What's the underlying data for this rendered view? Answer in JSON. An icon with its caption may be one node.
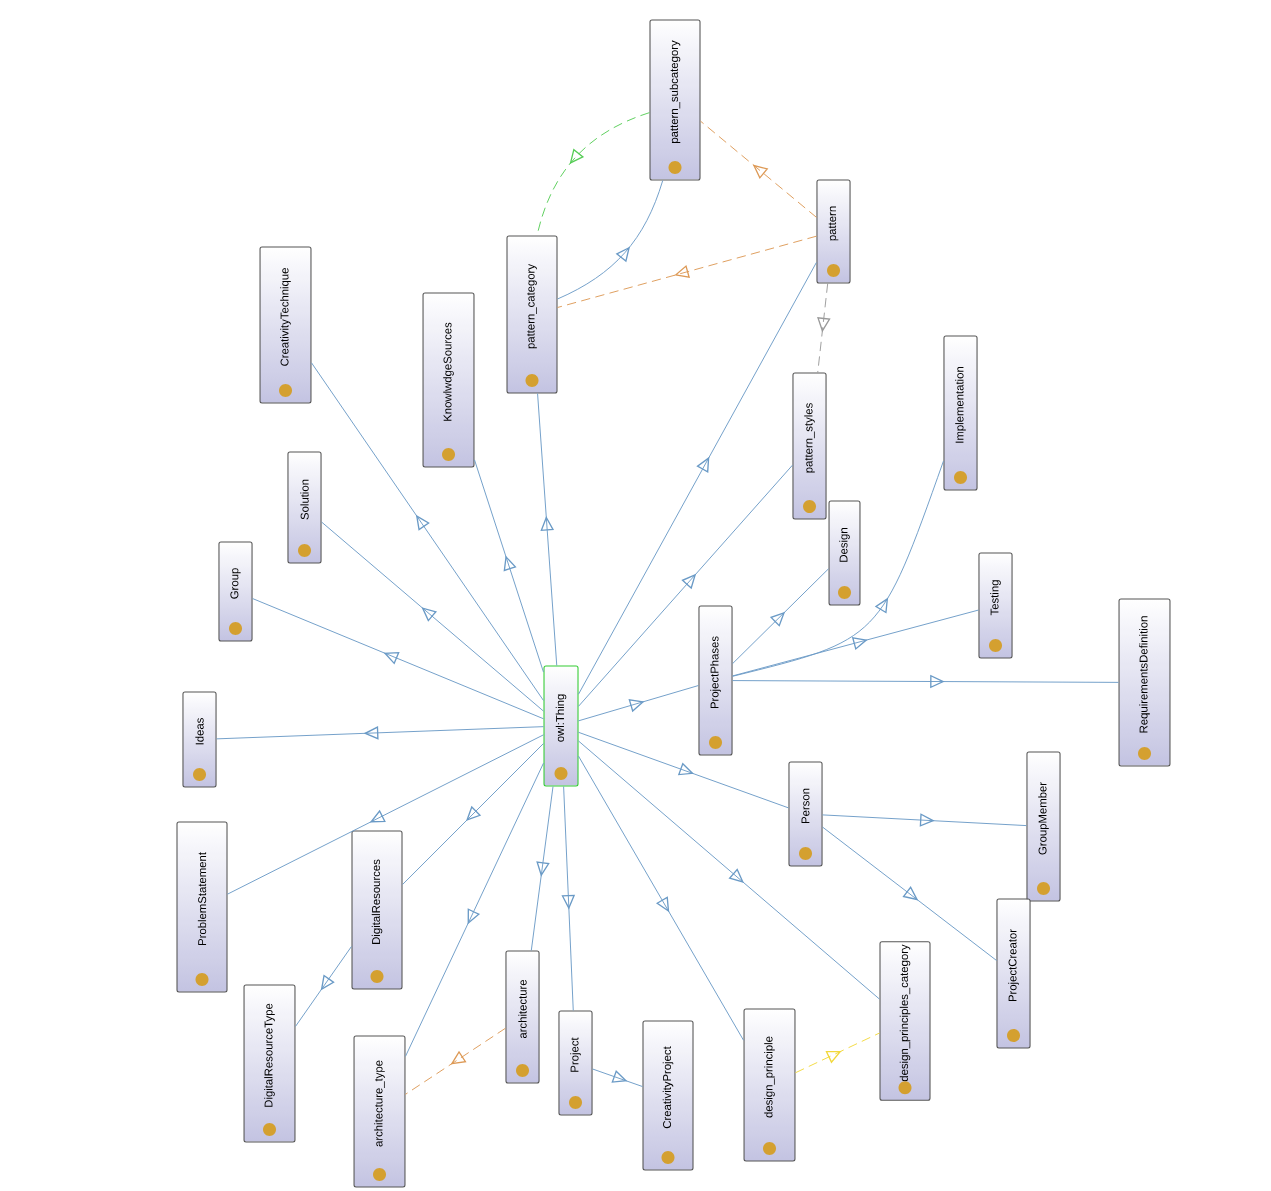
{
  "diagram": {
    "nodes": [
      {
        "text": [
          "owl:Thing"
        ]
      },
      {
        "text": [
          "pattern_subcategory"
        ]
      },
      {
        "text": [
          "pattern"
        ]
      },
      {
        "text": [
          "CreativityTechnique"
        ]
      },
      {
        "text": [
          "KnowlwdgeSources"
        ]
      },
      {
        "text": [
          "pattern_category"
        ]
      },
      {
        "text": [
          "Implementation"
        ]
      },
      {
        "text": [
          "pattern_styles"
        ]
      },
      {
        "text": [
          "Solution"
        ]
      },
      {
        "text": [
          "Design"
        ]
      },
      {
        "text": [
          "Group"
        ]
      },
      {
        "text": [
          "Testing"
        ]
      },
      {
        "text": [
          "ProjectPhases"
        ]
      },
      {
        "text": [
          "RequirementsDefinition"
        ]
      },
      {
        "text": [
          "Ideas"
        ]
      },
      {
        "text": [
          "GroupMember"
        ]
      },
      {
        "text": [
          "Person"
        ]
      },
      {
        "text": [
          "ProblemStatement"
        ]
      },
      {
        "text": [
          "DigitalResources"
        ]
      },
      {
        "text": [
          "ProjectCreator"
        ]
      },
      {
        "text": [
          "design_principles_category"
        ]
      },
      {
        "text": [
          "DigitalResourceType"
        ]
      },
      {
        "text": [
          "architecture"
        ]
      },
      {
        "text": [
          "Project"
        ]
      },
      {
        "text": [
          "CreativityProject"
        ]
      },
      {
        "text": [
          "design_principle"
        ]
      },
      {
        "text": [
          "architecture_type"
        ]
      }
    ],
    "edges": [
      {
        "from": 0,
        "to": 3,
        "arrow": "to"
      },
      {
        "from": 0,
        "to": 4,
        "arrow": "to"
      },
      {
        "from": 0,
        "to": 5,
        "arrow": "to"
      },
      {
        "from": 0,
        "to": 2,
        "arrow": "to"
      },
      {
        "from": 0,
        "to": 7,
        "arrow": "to"
      },
      {
        "from": 0,
        "to": 8,
        "arrow": "to"
      },
      {
        "from": 0,
        "to": 10,
        "arrow": "to"
      },
      {
        "from": 0,
        "to": 14,
        "arrow": "to"
      },
      {
        "from": 0,
        "to": 17,
        "arrow": "to"
      },
      {
        "from": 0,
        "to": 18,
        "arrow": "to"
      },
      {
        "from": 0,
        "to": 26,
        "arrow": "to"
      },
      {
        "from": 0,
        "to": 22,
        "arrow": "to"
      },
      {
        "from": 0,
        "to": 23,
        "arrow": "to"
      },
      {
        "from": 0,
        "to": 25,
        "arrow": "to"
      },
      {
        "from": 0,
        "to": 20,
        "arrow": "to"
      },
      {
        "from": 0,
        "to": 16,
        "arrow": "to"
      },
      {
        "from": 0,
        "to": 12,
        "arrow": "to"
      },
      {
        "from": 12,
        "to": 9,
        "arrow": "to"
      },
      {
        "from": 12,
        "to": 6,
        "arrow": "to"
      },
      {
        "from": 12,
        "to": 11,
        "arrow": "to"
      },
      {
        "from": 12,
        "to": 13,
        "arrow": "to"
      },
      {
        "from": 16,
        "to": 15,
        "arrow": "to"
      },
      {
        "from": 16,
        "to": 19,
        "arrow": "to"
      },
      {
        "from": 18,
        "to": 21,
        "arrow": "to"
      },
      {
        "from": 23,
        "to": 24,
        "arrow": "to"
      },
      {
        "from": 5,
        "to": 1,
        "arrow": "to"
      },
      {
        "from": 1,
        "to": 5,
        "arrow": "to",
        "style": "dashed",
        "color": "#55cc55"
      },
      {
        "from": 2,
        "to": 1,
        "arrow": "to",
        "style": "dashed",
        "color": "#dd9955"
      },
      {
        "from": 2,
        "to": 5,
        "arrow": "to",
        "style": "dashed",
        "color": "#dd9955"
      },
      {
        "from": 2,
        "to": 7,
        "arrow": "to",
        "style": "dashed",
        "color": "#999999"
      },
      {
        "from": 22,
        "to": 26,
        "arrow": "to",
        "style": "dashed",
        "color": "#dd9955"
      },
      {
        "from": 25,
        "to": 20,
        "arrow": "to",
        "style": "dashed",
        "color": "#f2d83a"
      }
    ]
  }
}
